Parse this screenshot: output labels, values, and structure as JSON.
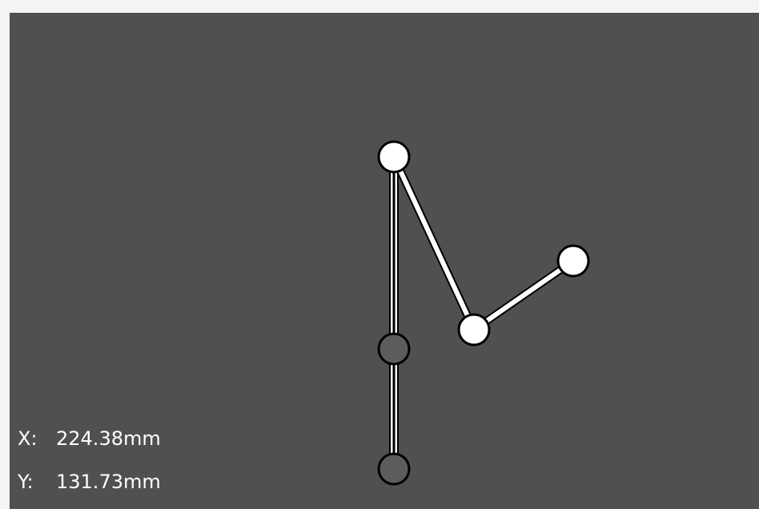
{
  "workspace": {
    "background_color": "#505050",
    "page_background_color": "#f4f4f4"
  },
  "linkage": {
    "segments": [
      {
        "name": "segment-top-to-middle",
        "style": "outline",
        "color": "#ffffff"
      },
      {
        "name": "segment-middle-to-bottom",
        "style": "outline",
        "color": "#ffffff"
      },
      {
        "name": "segment-top-to-elbow",
        "style": "solid",
        "color": "#ffffff"
      },
      {
        "name": "segment-elbow-to-end",
        "style": "solid",
        "color": "#ffffff"
      }
    ],
    "joints": [
      {
        "name": "joint-top",
        "state": "active",
        "fill": "#ffffff"
      },
      {
        "name": "joint-middle",
        "state": "inactive",
        "fill": "#5c5c5c"
      },
      {
        "name": "joint-bottom",
        "state": "inactive",
        "fill": "#5c5c5c"
      },
      {
        "name": "joint-elbow",
        "state": "active",
        "fill": "#ffffff"
      },
      {
        "name": "joint-end",
        "state": "active",
        "fill": "#ffffff"
      }
    ]
  },
  "coordinates": {
    "x_label": "X:",
    "x_value": "224.38mm",
    "y_label": "Y:",
    "y_value": "131.73mm"
  }
}
